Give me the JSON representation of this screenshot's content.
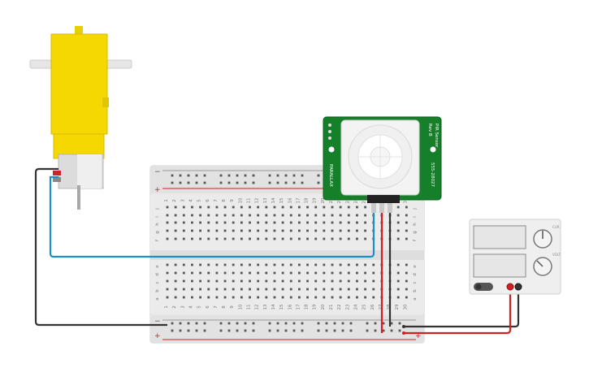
{
  "breadboard": {
    "columns": [
      "1",
      "2",
      "3",
      "4",
      "5",
      "6",
      "7",
      "8",
      "9",
      "10",
      "11",
      "12",
      "13",
      "14",
      "15",
      "16",
      "17",
      "18",
      "19",
      "20",
      "21",
      "22",
      "23",
      "24",
      "25",
      "26",
      "27",
      "28",
      "29",
      "30"
    ],
    "rows_top": [
      "j",
      "i",
      "h",
      "g",
      "f"
    ],
    "rows_bottom": [
      "e",
      "d",
      "c",
      "b",
      "a"
    ],
    "rail_minus": "−",
    "rail_plus": "+"
  },
  "pir_sensor": {
    "title": "PIR Sensor",
    "revision": "Rev B",
    "brand": "PARALLAX",
    "part_number": "555-28027"
  },
  "power_supply": {
    "knob1_label": "CUR",
    "knob2_label": "VOLT"
  },
  "colors": {
    "wire_blue": "#1a8fc9",
    "wire_black": "#333333",
    "wire_red": "#d21f1f",
    "motor_yellow": "#f5d800",
    "pcb_green": "#157f2a"
  }
}
